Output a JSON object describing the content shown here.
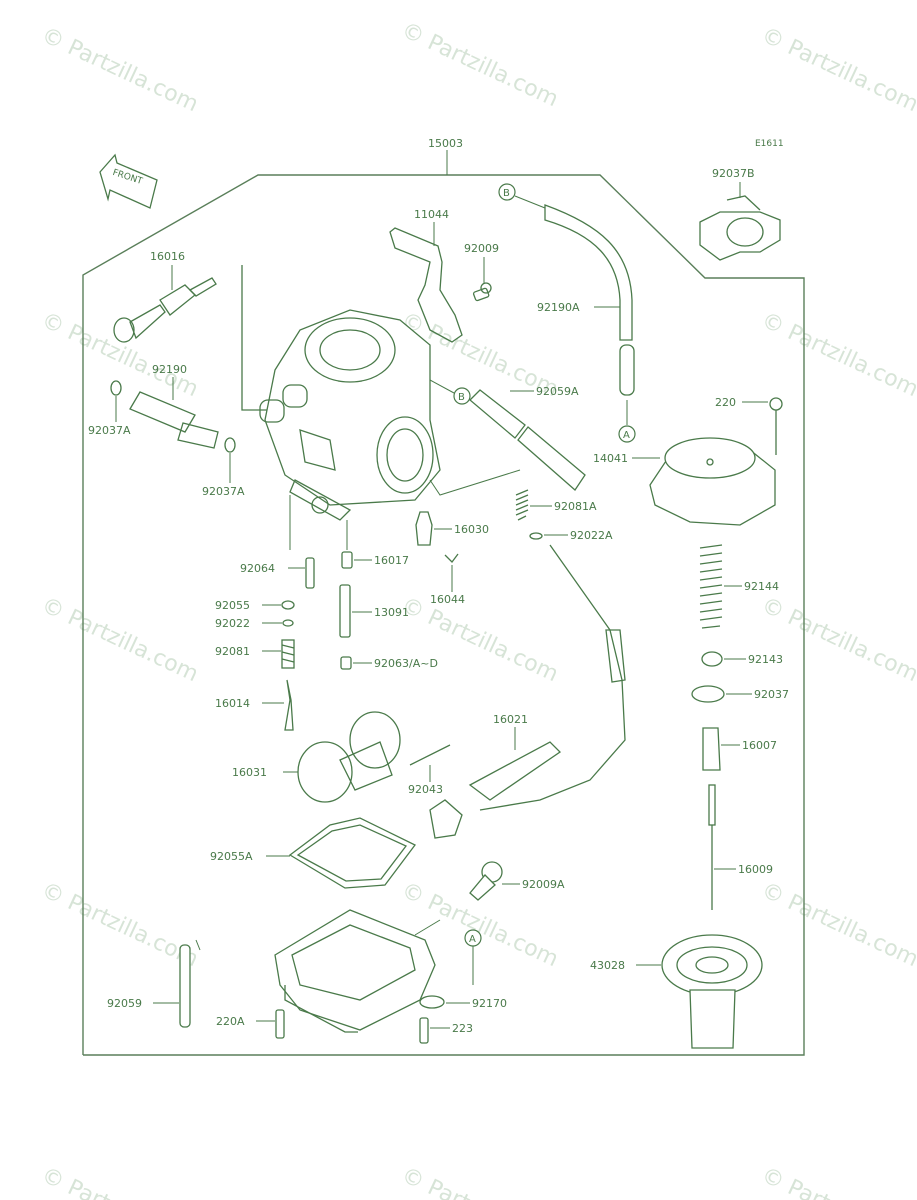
{
  "diagram_code": "E1611",
  "assembly_number": "15003",
  "front_label": "FRONT",
  "watermark_text": "© Partzilla.com",
  "colors": {
    "line": "#4a7a4a",
    "frame": "#5a7f5a",
    "watermark": "#d7e4d7"
  },
  "refs": [
    "A",
    "B"
  ],
  "parts": [
    "11044",
    "92009",
    "92190A",
    "92037B",
    "16016",
    "92190",
    "92037A",
    "92037A",
    "92059A",
    "220",
    "14041",
    "92081A",
    "92022A",
    "16030",
    "16017",
    "16044",
    "92064",
    "92055",
    "92022",
    "13091",
    "92081",
    "92063/A~D",
    "16014",
    "92144",
    "92143",
    "92037",
    "16007",
    "16021",
    "16031",
    "92043",
    "92055A",
    "16009",
    "92009A",
    "43028",
    "92059",
    "92170",
    "220A",
    "223"
  ]
}
